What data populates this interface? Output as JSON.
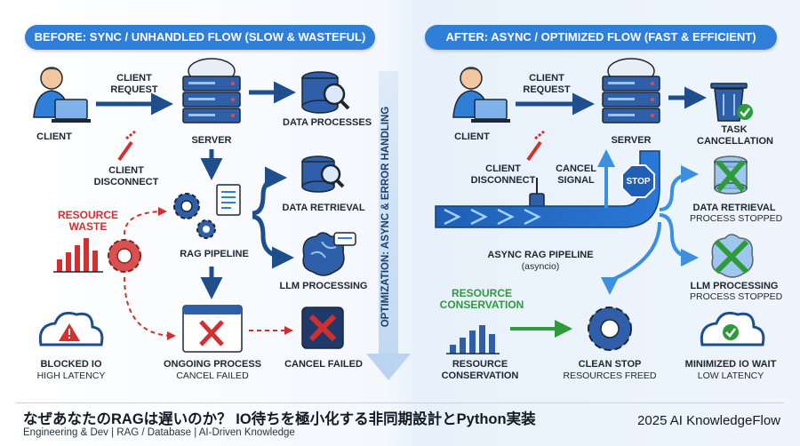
{
  "before": {
    "banner": "BEFORE: SYNC / UNHANDLED FLOW (SLOW & WASTEFUL)",
    "client": "CLIENT",
    "client_request": "CLIENT REQUEST",
    "server": "SERVER",
    "data_processes": "DATA PROCESSES",
    "client_disconnect": "CLIENT DISCONNECT",
    "resource_waste": "RESOURCE WASTE",
    "rag_pipeline": "RAG PIPELINE",
    "data_retrieval": "DATA RETRIEVAL",
    "llm_processing": "LLM PROCESSING",
    "blocked_io": "BLOCKED IO",
    "high_latency": "HIGH LATENCY",
    "ongoing_process": "ONGOING PROCESS",
    "cancel_failed_sub": "CANCEL FAILED",
    "cancel_failed": "CANCEL FAILED"
  },
  "divider": {
    "label": "OPTIMIZATION: ASYNC & ERROR HANDLING"
  },
  "after": {
    "banner": "AFTER: ASYNC / OPTIMIZED FLOW (FAST & EFFICIENT)",
    "client": "CLIENT",
    "client_request": "CLIENT REQUEST",
    "server": "SERVER",
    "task_cancellation": "TASK CANCELLATION",
    "client_disconnect": "CLIENT DISCONNECT",
    "cancel_signal": "CANCEL SIGNAL",
    "stop_sign": "STOP",
    "data_retrieval": "DATA RETRIEVAL",
    "data_retrieval_sub": "PROCESS STOPPED",
    "async_pipeline": "ASYNC RAG PIPELINE",
    "asyncio": "(asyncio)",
    "llm_processing": "LLM PROCESSING",
    "llm_processing_sub": "PROCESS STOPPED",
    "resource_conservation_green": "RESOURCE CONSERVATION",
    "resource_conservation": "RESOURCE CONSERVATION",
    "clean_stop": "CLEAN STOP",
    "resources_freed": "RESOURCES FREED",
    "minimized_io": "MINIMIZED IO WAIT",
    "low_latency": "LOW LATENCY"
  },
  "footer": {
    "title": "なぜあなたのRAGは遅いのか？ IO待ちを極小化する非同期設計とPython実装",
    "subtitle": "Engineering & Dev | RAG / Database | AI-Driven Knowledge",
    "brand": "2025 AI KnowledgeFlow"
  },
  "colors": {
    "accent_blue": "#2f7ed8",
    "navy": "#1f4e8c",
    "red": "#d32f2f",
    "green": "#2e9a3a"
  }
}
